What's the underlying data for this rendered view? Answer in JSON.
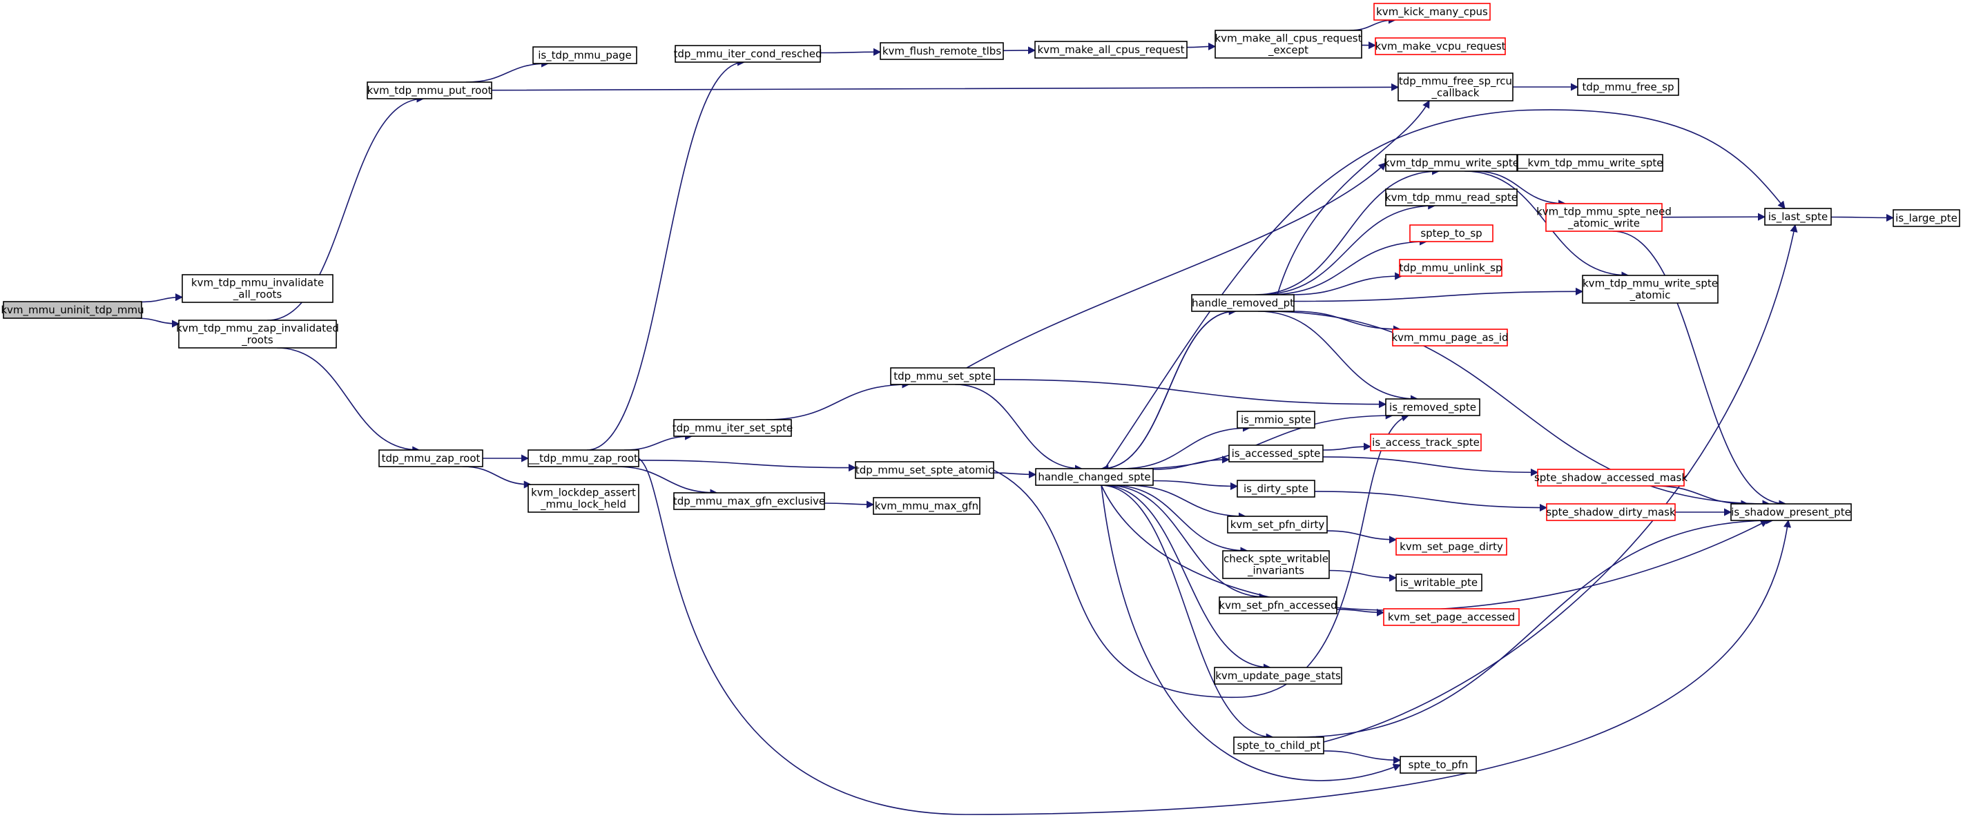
{
  "diagram": {
    "edge_color": "#191970",
    "truncated_border_color": "#ff0000",
    "root_fill_color": "#bfbfbf",
    "nodes": [
      {
        "id": "n1",
        "lines": [
          "kvm_mmu_uninit_tdp_mmu"
        ],
        "style": "root"
      },
      {
        "id": "n2",
        "lines": [
          "kvm_tdp_mmu_invalidate",
          "_all_roots"
        ],
        "style": "normal"
      },
      {
        "id": "n3",
        "lines": [
          "kvm_tdp_mmu_zap_invalidated",
          "_roots"
        ],
        "style": "normal"
      },
      {
        "id": "n4",
        "lines": [
          "kvm_tdp_mmu_put_root"
        ],
        "style": "normal"
      },
      {
        "id": "n5",
        "lines": [
          "is_tdp_mmu_page"
        ],
        "style": "normal"
      },
      {
        "id": "n6",
        "lines": [
          "tdp_mmu_free_sp_rcu",
          "_callback"
        ],
        "style": "normal"
      },
      {
        "id": "n7",
        "lines": [
          "tdp_mmu_free_sp"
        ],
        "style": "normal"
      },
      {
        "id": "n8",
        "lines": [
          "tdp_mmu_zap_root"
        ],
        "style": "normal"
      },
      {
        "id": "n9",
        "lines": [
          "__tdp_mmu_zap_root"
        ],
        "style": "normal"
      },
      {
        "id": "n10",
        "lines": [
          "kvm_lockdep_assert",
          "_mmu_lock_held"
        ],
        "style": "normal"
      },
      {
        "id": "n11",
        "lines": [
          "tdp_mmu_iter_cond_resched"
        ],
        "style": "normal"
      },
      {
        "id": "n12",
        "lines": [
          "kvm_flush_remote_tlbs"
        ],
        "style": "normal"
      },
      {
        "id": "n13",
        "lines": [
          "kvm_make_all_cpus_request"
        ],
        "style": "normal"
      },
      {
        "id": "n14",
        "lines": [
          "kvm_make_all_cpus_request",
          "_except"
        ],
        "style": "normal"
      },
      {
        "id": "n15",
        "lines": [
          "kvm_kick_many_cpus"
        ],
        "style": "truncated"
      },
      {
        "id": "n16",
        "lines": [
          "kvm_make_vcpu_request"
        ],
        "style": "truncated"
      },
      {
        "id": "n17",
        "lines": [
          "tdp_mmu_iter_set_spte"
        ],
        "style": "normal"
      },
      {
        "id": "n18",
        "lines": [
          "tdp_mmu_set_spte"
        ],
        "style": "normal"
      },
      {
        "id": "n19",
        "lines": [
          "tdp_mmu_set_spte_atomic"
        ],
        "style": "normal"
      },
      {
        "id": "n20",
        "lines": [
          "tdp_mmu_max_gfn_exclusive"
        ],
        "style": "normal"
      },
      {
        "id": "n21",
        "lines": [
          "kvm_mmu_max_gfn"
        ],
        "style": "normal"
      },
      {
        "id": "n22",
        "lines": [
          "handle_changed_spte"
        ],
        "style": "normal"
      },
      {
        "id": "n23",
        "lines": [
          "handle_removed_pt"
        ],
        "style": "normal"
      },
      {
        "id": "n24",
        "lines": [
          "kvm_tdp_mmu_write_spte"
        ],
        "style": "normal"
      },
      {
        "id": "n25",
        "lines": [
          "__kvm_tdp_mmu_write_spte"
        ],
        "style": "normal"
      },
      {
        "id": "n26",
        "lines": [
          "kvm_tdp_mmu_read_spte"
        ],
        "style": "normal"
      },
      {
        "id": "n27",
        "lines": [
          "sptep_to_sp"
        ],
        "style": "truncated"
      },
      {
        "id": "n28",
        "lines": [
          "tdp_mmu_unlink_sp"
        ],
        "style": "truncated"
      },
      {
        "id": "n29",
        "lines": [
          "kvm_mmu_page_as_id"
        ],
        "style": "truncated"
      },
      {
        "id": "n30",
        "lines": [
          "kvm_tdp_mmu_spte_need",
          "_atomic_write"
        ],
        "style": "truncated"
      },
      {
        "id": "n31",
        "lines": [
          "kvm_tdp_mmu_write_spte",
          "_atomic"
        ],
        "style": "normal"
      },
      {
        "id": "n32",
        "lines": [
          "is_last_spte"
        ],
        "style": "normal"
      },
      {
        "id": "n33",
        "lines": [
          "is_large_pte"
        ],
        "style": "normal"
      },
      {
        "id": "n34",
        "lines": [
          "is_removed_spte"
        ],
        "style": "normal"
      },
      {
        "id": "n35",
        "lines": [
          "is_mmio_spte"
        ],
        "style": "normal"
      },
      {
        "id": "n36",
        "lines": [
          "is_accessed_spte"
        ],
        "style": "normal"
      },
      {
        "id": "n37",
        "lines": [
          "is_access_track_spte"
        ],
        "style": "truncated"
      },
      {
        "id": "n38",
        "lines": [
          "spte_shadow_accessed_mask"
        ],
        "style": "truncated"
      },
      {
        "id": "n39",
        "lines": [
          "is_dirty_spte"
        ],
        "style": "normal"
      },
      {
        "id": "n40",
        "lines": [
          "spte_shadow_dirty_mask"
        ],
        "style": "truncated"
      },
      {
        "id": "n41",
        "lines": [
          "is_shadow_present_pte"
        ],
        "style": "normal"
      },
      {
        "id": "n42",
        "lines": [
          "kvm_set_pfn_dirty"
        ],
        "style": "normal"
      },
      {
        "id": "n43",
        "lines": [
          "kvm_set_page_dirty"
        ],
        "style": "truncated"
      },
      {
        "id": "n44",
        "lines": [
          "check_spte_writable",
          "_invariants"
        ],
        "style": "normal"
      },
      {
        "id": "n45",
        "lines": [
          "is_writable_pte"
        ],
        "style": "normal"
      },
      {
        "id": "n46",
        "lines": [
          "kvm_set_pfn_accessed"
        ],
        "style": "normal"
      },
      {
        "id": "n47",
        "lines": [
          "kvm_set_page_accessed"
        ],
        "style": "truncated"
      },
      {
        "id": "n48",
        "lines": [
          "kvm_update_page_stats"
        ],
        "style": "normal"
      },
      {
        "id": "n49",
        "lines": [
          "spte_to_child_pt"
        ],
        "style": "normal"
      },
      {
        "id": "n50",
        "lines": [
          "spte_to_pfn"
        ],
        "style": "normal"
      }
    ],
    "edges": [
      [
        "n1",
        "n2"
      ],
      [
        "n1",
        "n3"
      ],
      [
        "n3",
        "n4"
      ],
      [
        "n3",
        "n8"
      ],
      [
        "n4",
        "n5"
      ],
      [
        "n4",
        "n6"
      ],
      [
        "n6",
        "n7"
      ],
      [
        "n8",
        "n9"
      ],
      [
        "n8",
        "n10"
      ],
      [
        "n9",
        "n11"
      ],
      [
        "n9",
        "n17"
      ],
      [
        "n9",
        "n19"
      ],
      [
        "n9",
        "n20"
      ],
      [
        "n9",
        "n41"
      ],
      [
        "n11",
        "n12"
      ],
      [
        "n12",
        "n13"
      ],
      [
        "n13",
        "n14"
      ],
      [
        "n14",
        "n15"
      ],
      [
        "n14",
        "n16"
      ],
      [
        "n17",
        "n18"
      ],
      [
        "n18",
        "n24"
      ],
      [
        "n18",
        "n22"
      ],
      [
        "n18",
        "n34"
      ],
      [
        "n19",
        "n22"
      ],
      [
        "n19",
        "n34"
      ],
      [
        "n20",
        "n21"
      ],
      [
        "n22",
        "n23"
      ],
      [
        "n22",
        "n32"
      ],
      [
        "n22",
        "n34"
      ],
      [
        "n22",
        "n35"
      ],
      [
        "n22",
        "n36"
      ],
      [
        "n22",
        "n39"
      ],
      [
        "n22",
        "n42"
      ],
      [
        "n22",
        "n44"
      ],
      [
        "n22",
        "n46"
      ],
      [
        "n22",
        "n48"
      ],
      [
        "n22",
        "n49"
      ],
      [
        "n22",
        "n50"
      ],
      [
        "n22",
        "n41"
      ],
      [
        "n23",
        "n6"
      ],
      [
        "n23",
        "n24"
      ],
      [
        "n23",
        "n26"
      ],
      [
        "n23",
        "n27"
      ],
      [
        "n23",
        "n28"
      ],
      [
        "n23",
        "n29"
      ],
      [
        "n23",
        "n31"
      ],
      [
        "n23",
        "n34"
      ],
      [
        "n23",
        "n41"
      ],
      [
        "n23",
        "n22"
      ],
      [
        "n24",
        "n25"
      ],
      [
        "n24",
        "n30"
      ],
      [
        "n24",
        "n31"
      ],
      [
        "n30",
        "n32"
      ],
      [
        "n30",
        "n41"
      ],
      [
        "n32",
        "n33"
      ],
      [
        "n36",
        "n37"
      ],
      [
        "n36",
        "n38"
      ],
      [
        "n38",
        "n41"
      ],
      [
        "n39",
        "n40"
      ],
      [
        "n40",
        "n41"
      ],
      [
        "n42",
        "n43"
      ],
      [
        "n44",
        "n45"
      ],
      [
        "n46",
        "n47"
      ],
      [
        "n49",
        "n32"
      ],
      [
        "n49",
        "n41"
      ],
      [
        "n49",
        "n50"
      ]
    ]
  }
}
